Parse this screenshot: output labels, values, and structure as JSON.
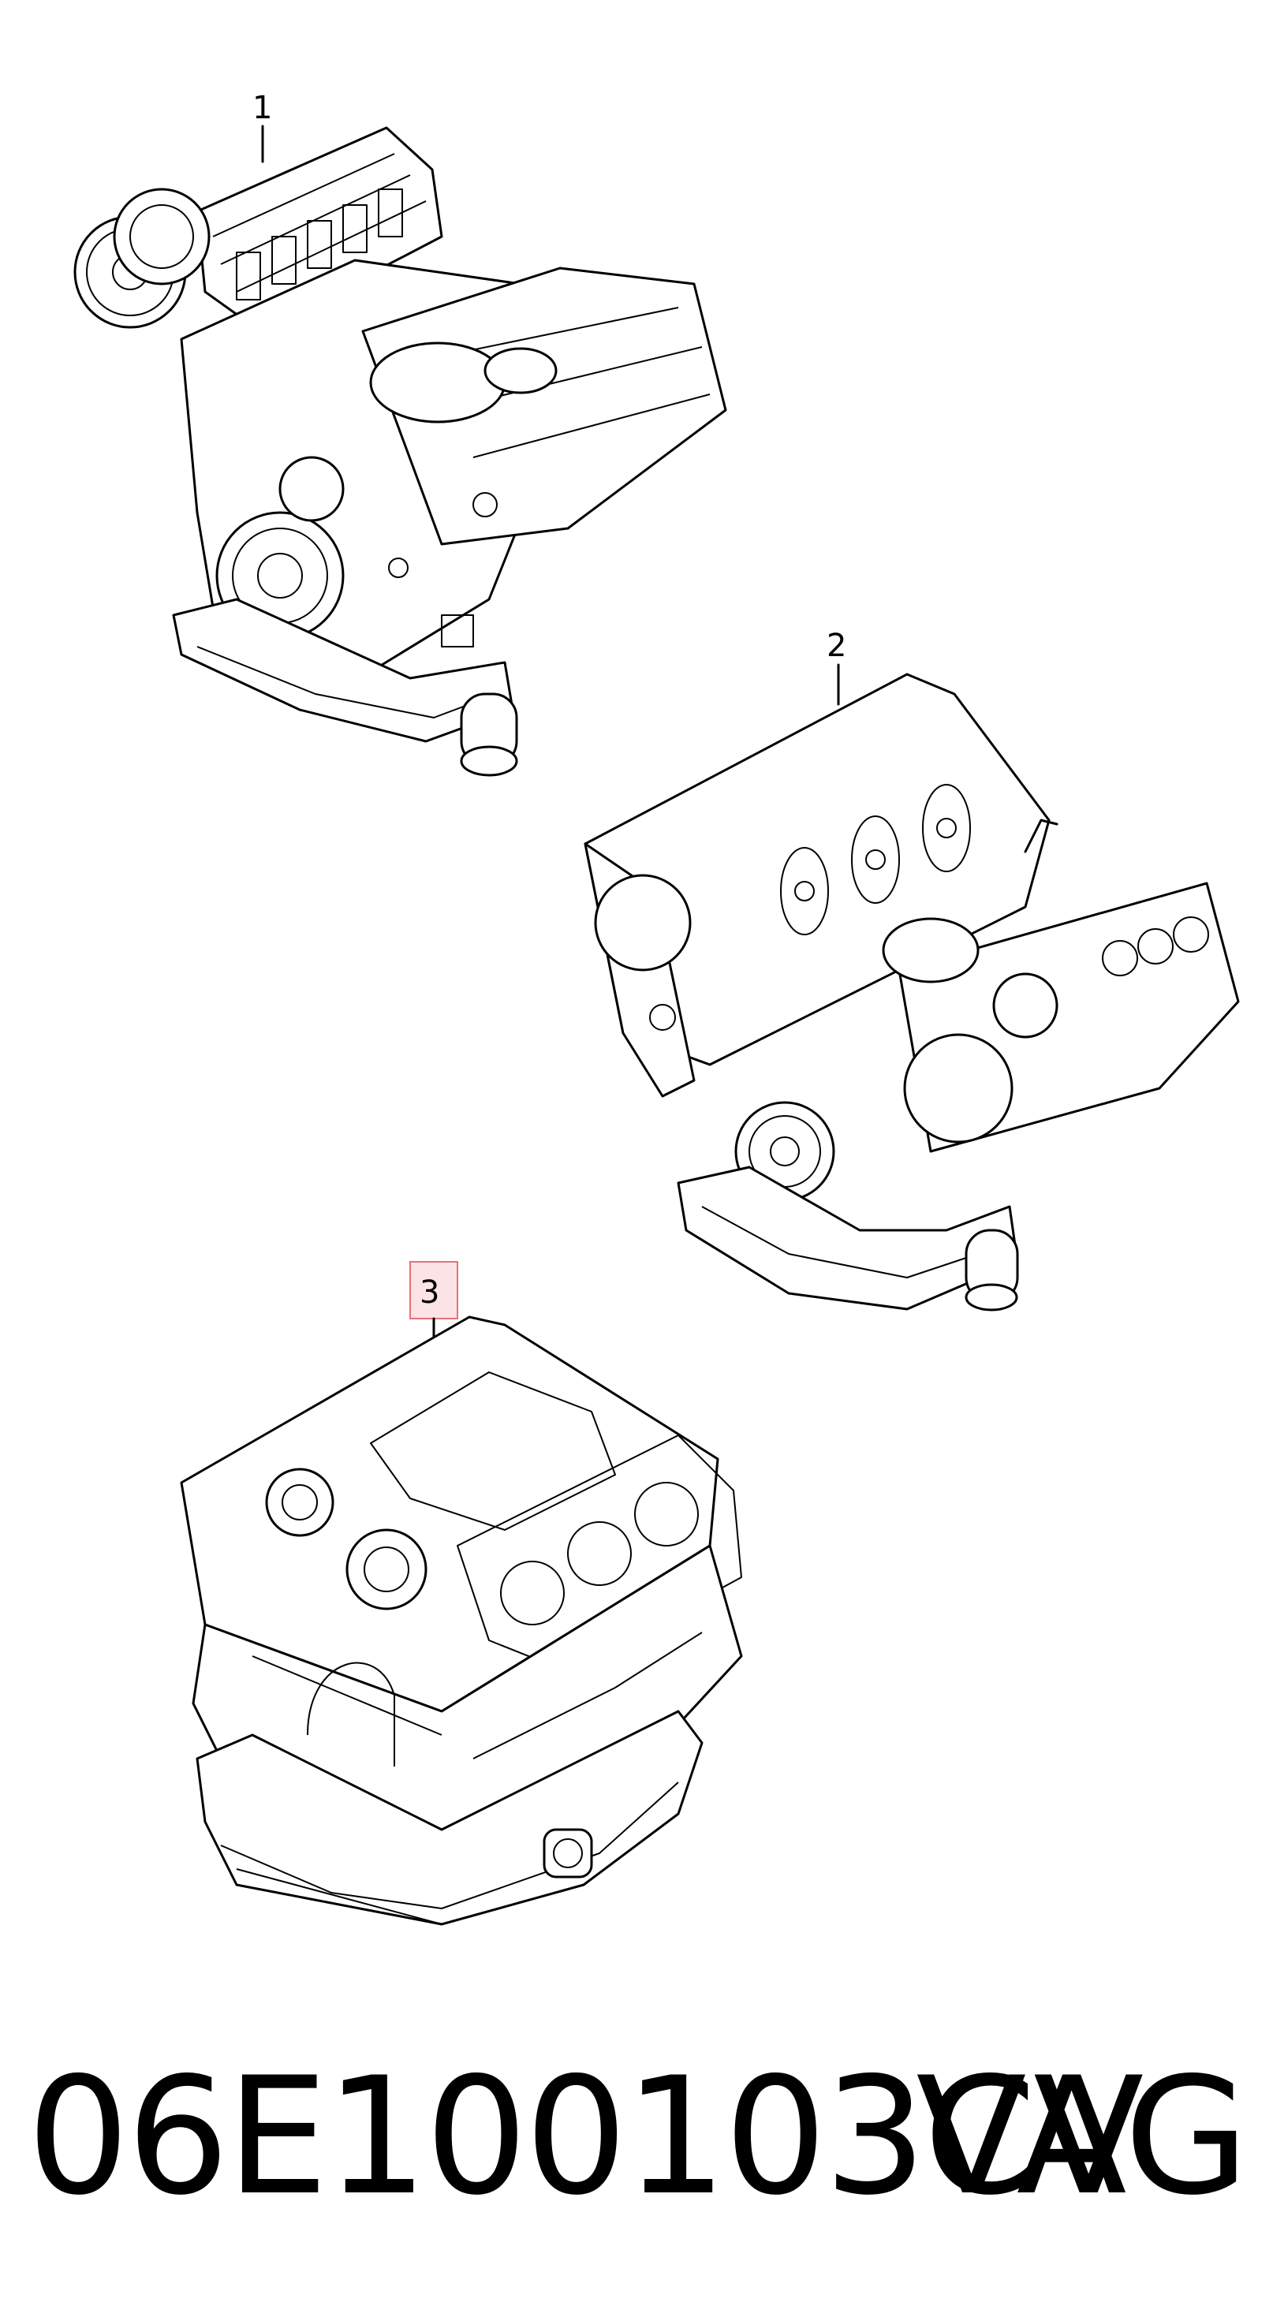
{
  "diagram": {
    "callouts": [
      {
        "label": "1",
        "highlighted": false
      },
      {
        "label": "2",
        "highlighted": false
      },
      {
        "label": "3",
        "highlighted": true
      }
    ],
    "highlight_color": "#e8707a",
    "highlight_fill": "#fbe3e6"
  },
  "footer": {
    "part_number": "06E100103CV",
    "brand": "VAG"
  }
}
